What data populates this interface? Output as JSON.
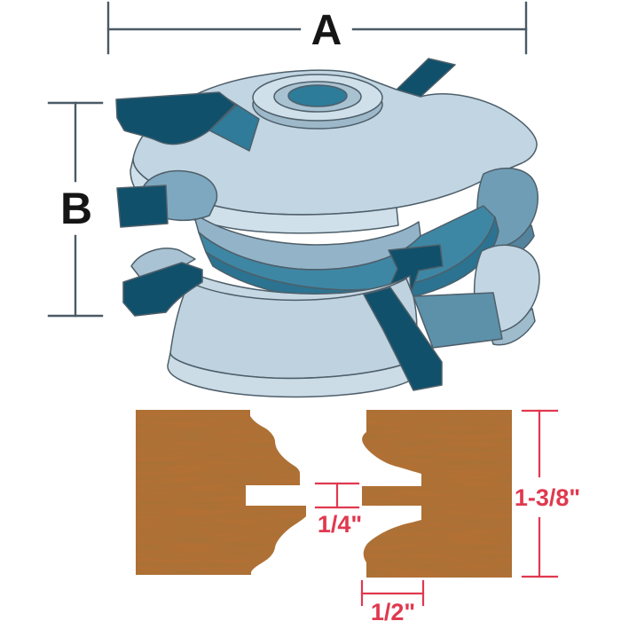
{
  "figure": {
    "name": "stacked-rail-and-stile-shaper-cutter-diagram",
    "labels": {
      "dim_a": "A",
      "dim_b": "B"
    },
    "profile_dimensions": {
      "groove_tongue_thickness": "1/4\"",
      "tongue_length": "1/2\"",
      "stock_thickness": "1-3/8\""
    }
  },
  "colors": {
    "dimension_line": "#4a5a66",
    "dimension_label": "#151515",
    "red_dimension": "#e0394f",
    "cutter_body_light": "#c1d5e2",
    "cutter_body_mid": "#93b4c8",
    "cutter_teal": "#3e87a4",
    "carbide_tip_dark": "#10506b",
    "bore_teal": "#2d7c99",
    "wood_base": "#b76f35",
    "background": "#ffffff"
  }
}
